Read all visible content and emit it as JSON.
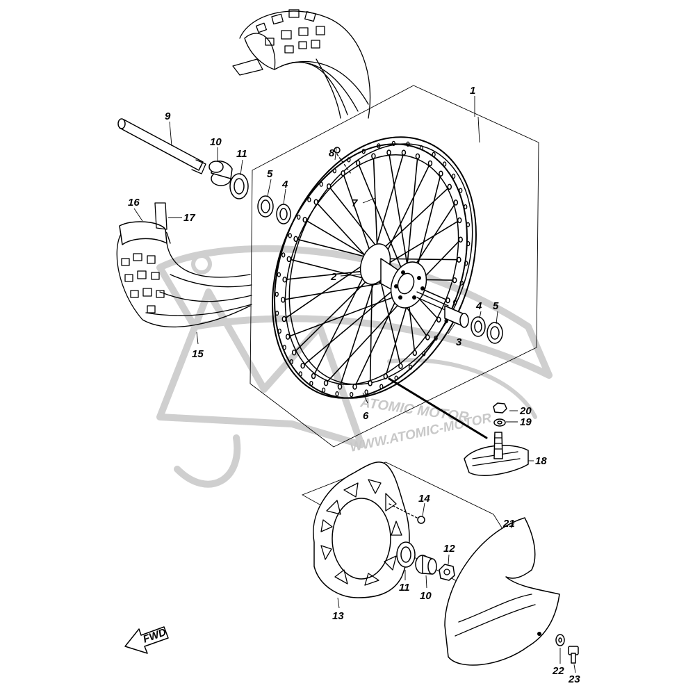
{
  "watermark": {
    "logo_text": "ATOMIC MOTOR",
    "url_text": "WWW.ATOMIC-MOTOR"
  },
  "fwd_label": "FWD",
  "callouts": {
    "c1": "1",
    "c2": "2",
    "c3": "3",
    "c4a": "4",
    "c4b": "4",
    "c5a": "5",
    "c5b": "5",
    "c6": "6",
    "c7": "7",
    "c8": "8",
    "c9": "9",
    "c10a": "10",
    "c10b": "10",
    "c11a": "11",
    "c11b": "11",
    "c12": "12",
    "c13": "13",
    "c14": "14",
    "c15": "15",
    "c16": "16",
    "c17": "17",
    "c18": "18",
    "c19": "19",
    "c20": "20",
    "c21": "21",
    "c22": "22",
    "c23": "23"
  },
  "colors": {
    "line": "#000000",
    "watermark": "#cfcfcf",
    "background": "#ffffff"
  }
}
